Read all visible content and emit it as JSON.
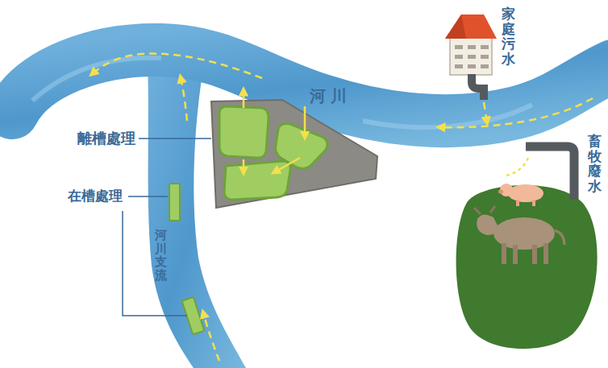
{
  "diagram": {
    "labels": [
      "家庭污水",
      "畜牧廢水",
      "河川",
      "離槽處理",
      "在槽處理",
      "河川支流"
    ]
  }
}
